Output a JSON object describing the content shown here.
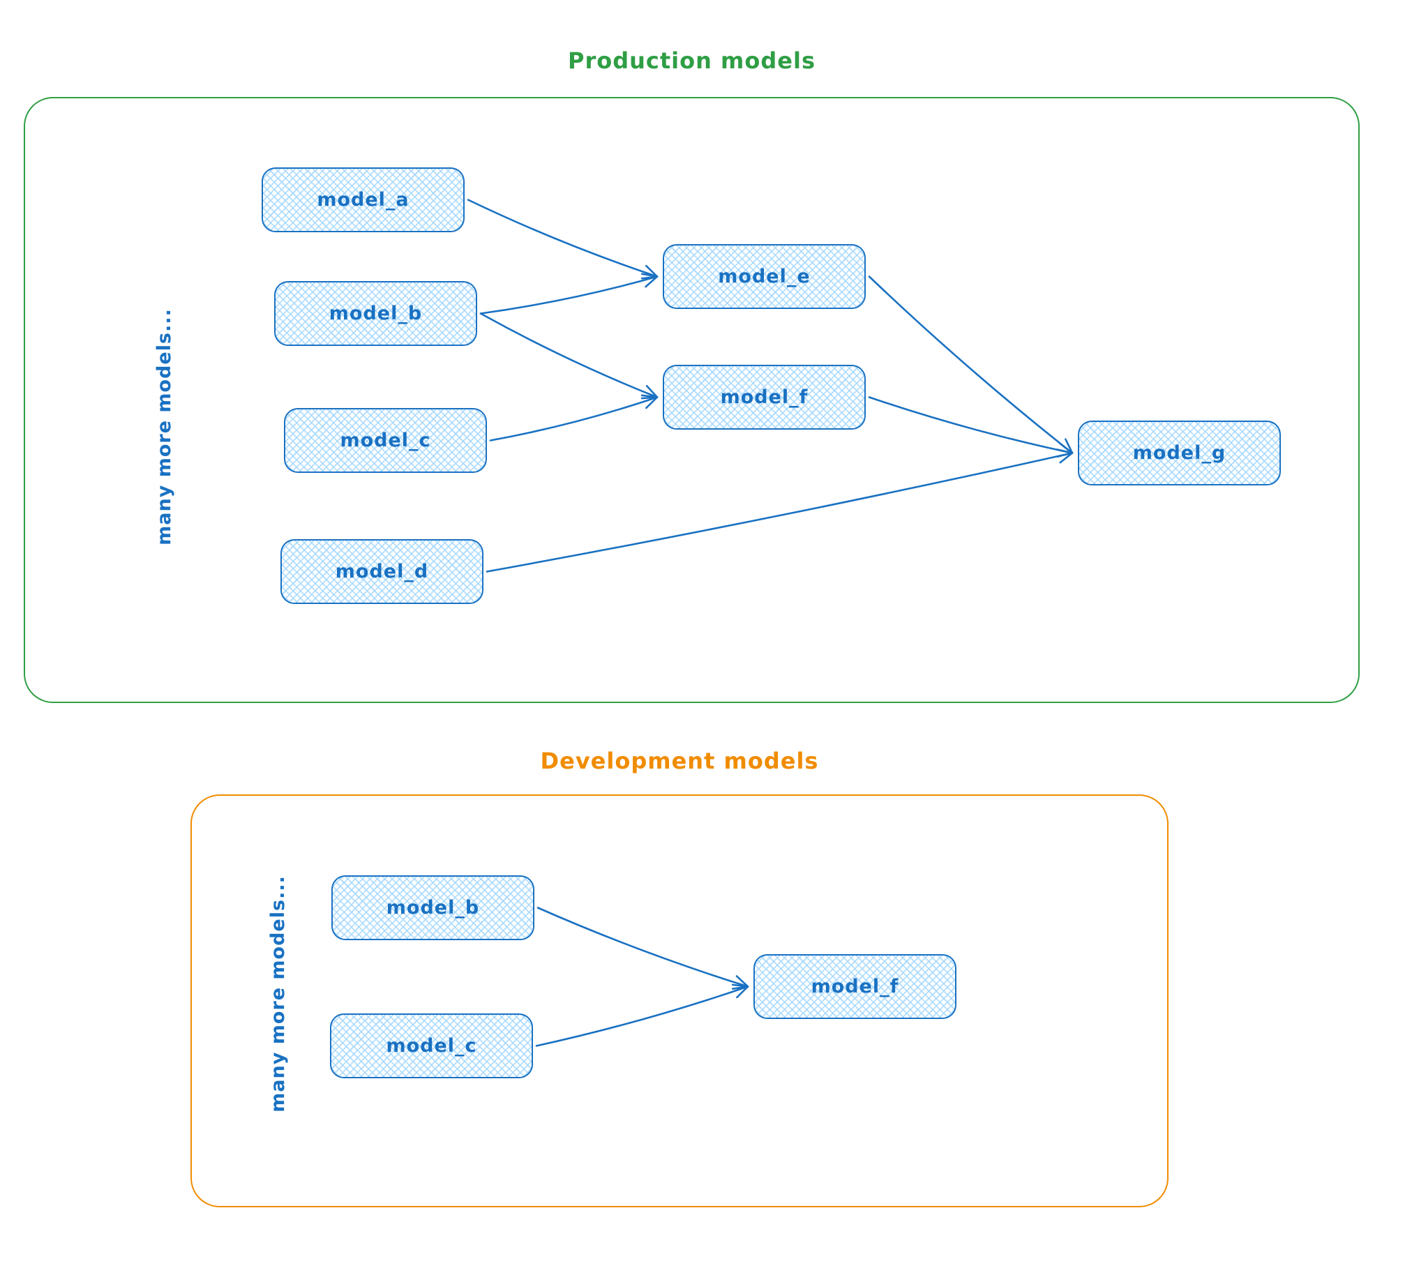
{
  "diagram": {
    "groups": [
      {
        "id": "production",
        "title": "Production models",
        "side_label": "many more models...",
        "accent_color": "#2f9e44",
        "nodes": [
          {
            "id": "model_a",
            "label": "model_a"
          },
          {
            "id": "model_b",
            "label": "model_b"
          },
          {
            "id": "model_c",
            "label": "model_c"
          },
          {
            "id": "model_d",
            "label": "model_d"
          },
          {
            "id": "model_e",
            "label": "model_e"
          },
          {
            "id": "model_f",
            "label": "model_f"
          },
          {
            "id": "model_g",
            "label": "model_g"
          }
        ],
        "edges": [
          {
            "from": "model_a",
            "to": "model_e"
          },
          {
            "from": "model_b",
            "to": "model_e"
          },
          {
            "from": "model_b",
            "to": "model_f"
          },
          {
            "from": "model_c",
            "to": "model_f"
          },
          {
            "from": "model_d",
            "to": "model_g"
          },
          {
            "from": "model_e",
            "to": "model_g"
          },
          {
            "from": "model_f",
            "to": "model_g"
          }
        ]
      },
      {
        "id": "development",
        "title": "Development models",
        "side_label": "many more models...",
        "accent_color": "#f08c00",
        "nodes": [
          {
            "id": "model_b",
            "label": "model_b"
          },
          {
            "id": "model_c",
            "label": "model_c"
          },
          {
            "id": "model_f",
            "label": "model_f"
          }
        ],
        "edges": [
          {
            "from": "model_b",
            "to": "model_f"
          },
          {
            "from": "model_c",
            "to": "model_f"
          }
        ]
      }
    ],
    "colors": {
      "node_stroke": "#1971c2",
      "node_fill": "#a5d8ff",
      "production_accent": "#2f9e44",
      "development_accent": "#f08c00"
    }
  }
}
